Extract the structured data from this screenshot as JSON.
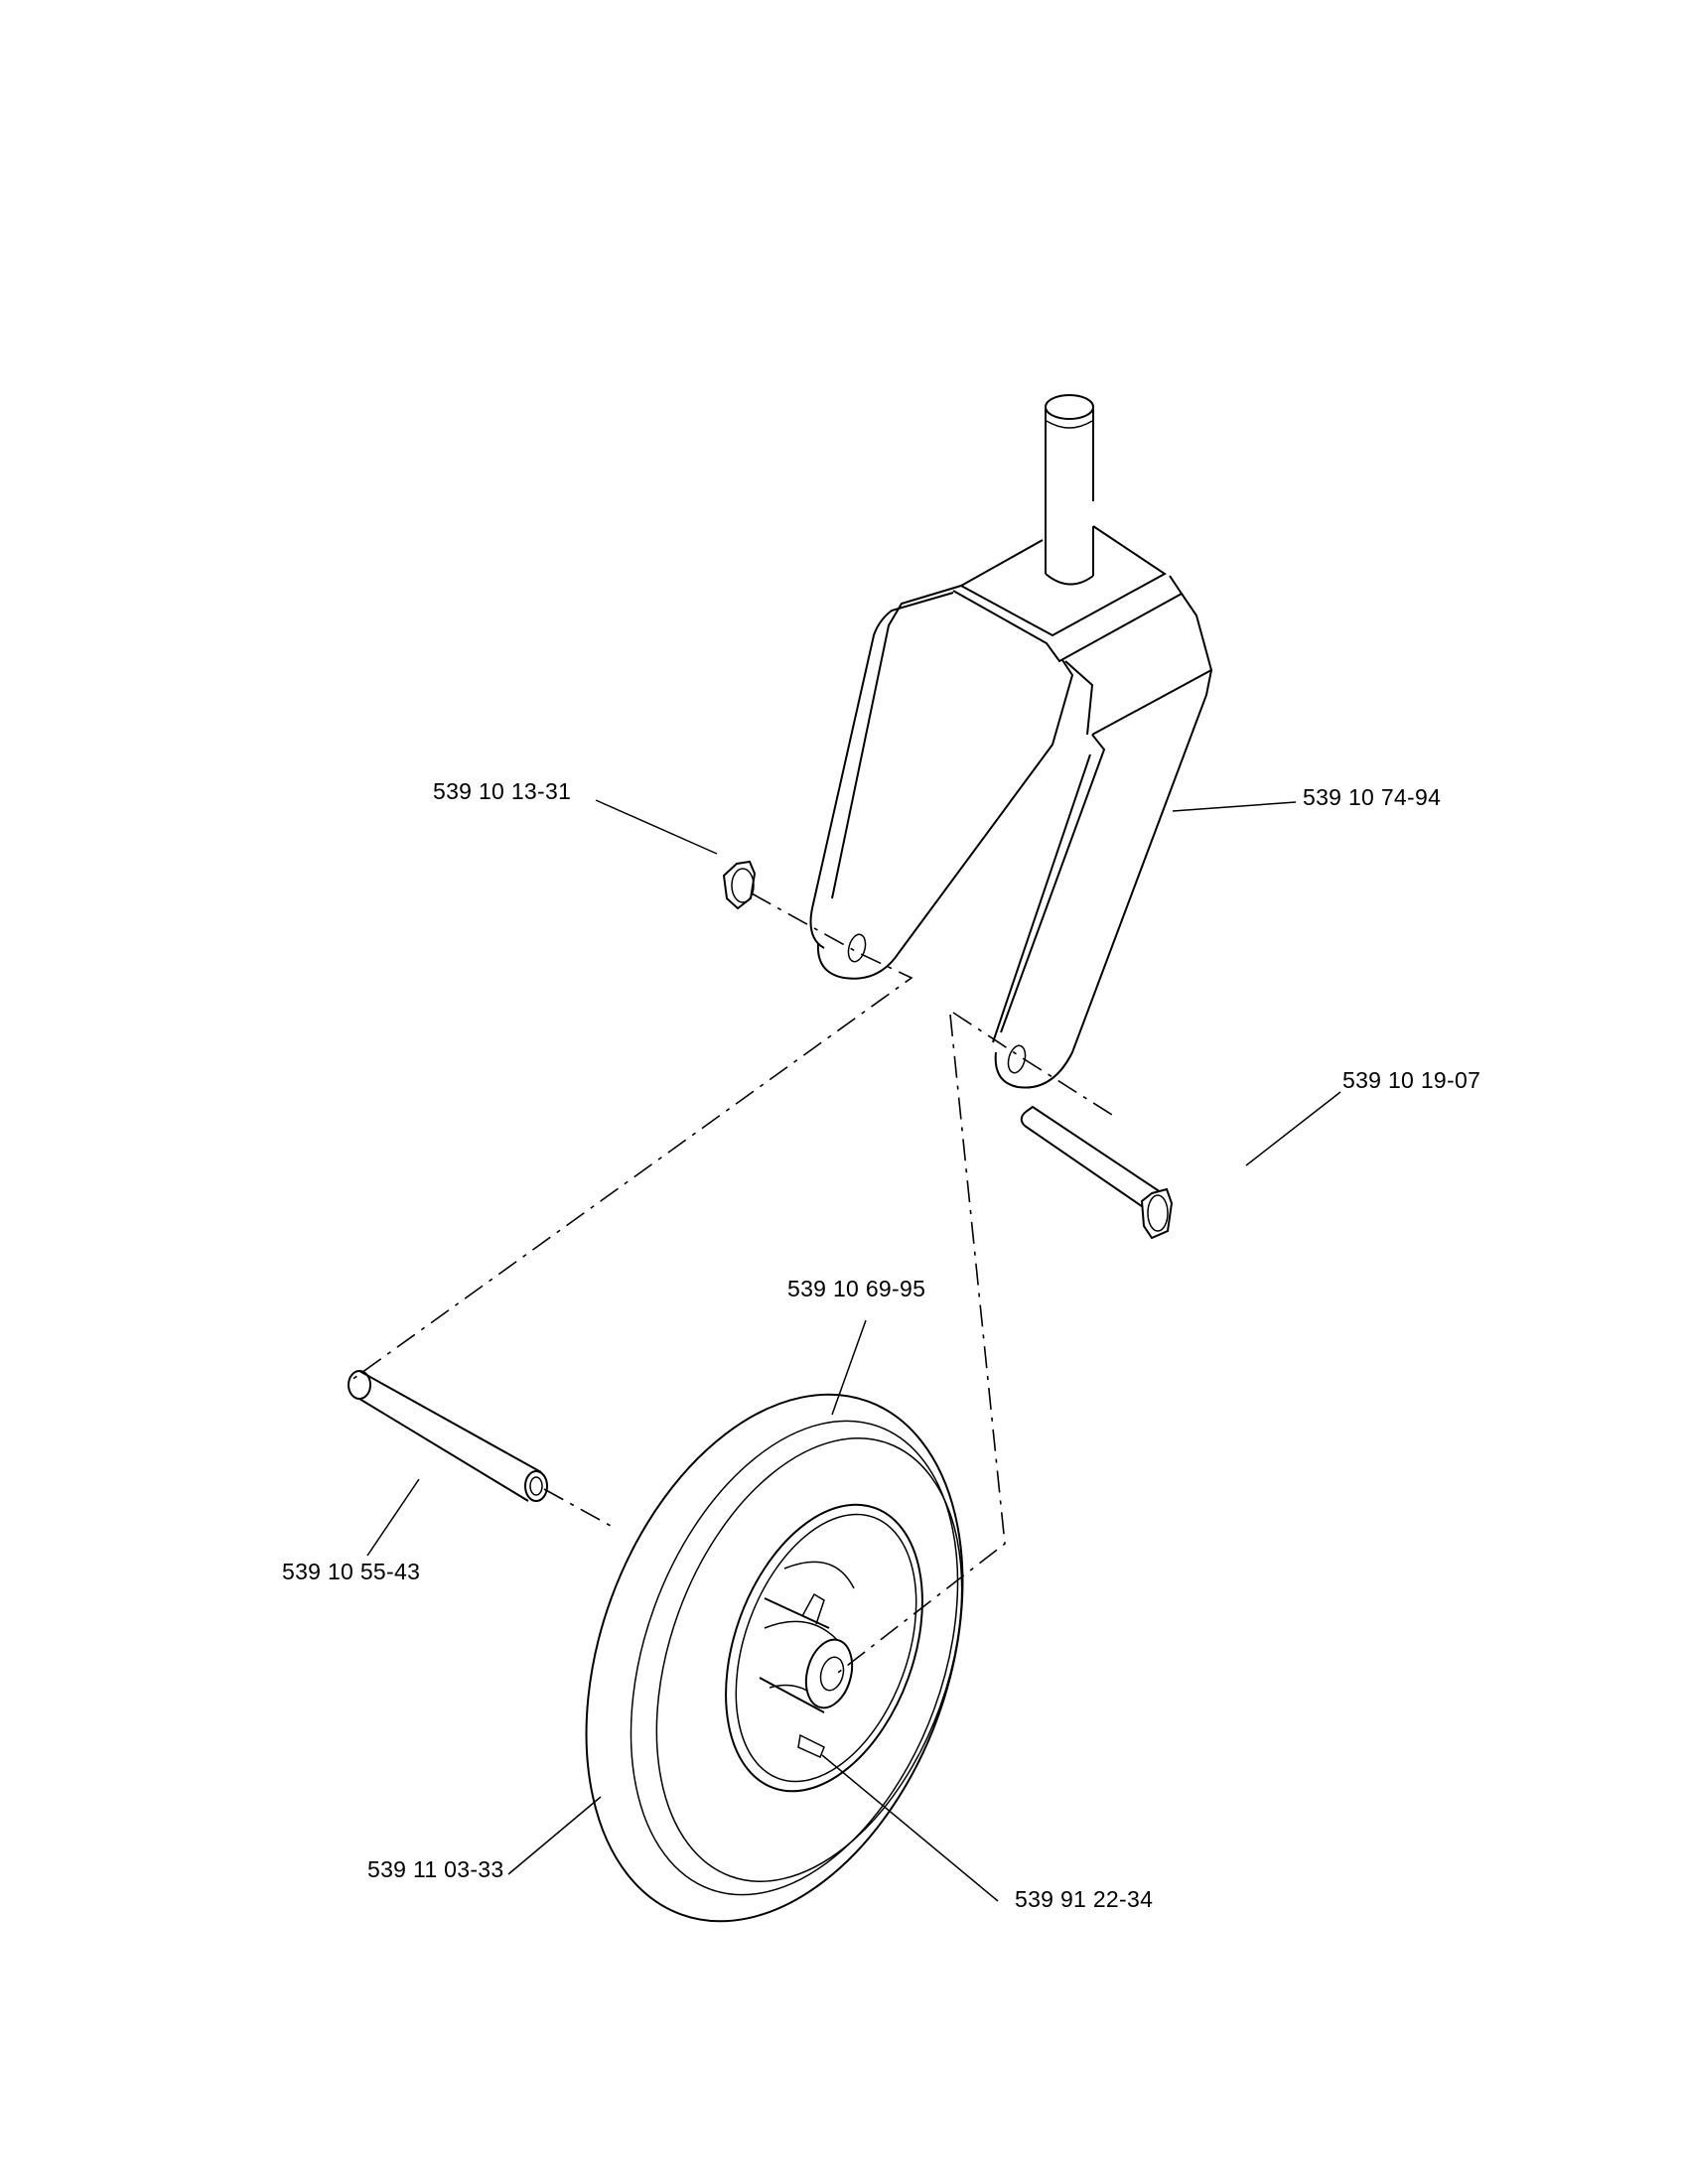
{
  "diagram": {
    "title": "Caster wheel assembly exploded view",
    "line_color": "#000000",
    "background": "#ffffff",
    "parts": [
      {
        "id": "nut",
        "part_number": "539 10 13-31"
      },
      {
        "id": "fork",
        "part_number": "539 10 74-94"
      },
      {
        "id": "bolt",
        "part_number": "539 10 19-07"
      },
      {
        "id": "tire",
        "part_number": "539 10 69-95"
      },
      {
        "id": "spacer",
        "part_number": "539 10 55-43"
      },
      {
        "id": "wheel",
        "part_number": "539 11 03-33"
      },
      {
        "id": "grease-fitting",
        "part_number": "539 91 22-34"
      }
    ]
  }
}
